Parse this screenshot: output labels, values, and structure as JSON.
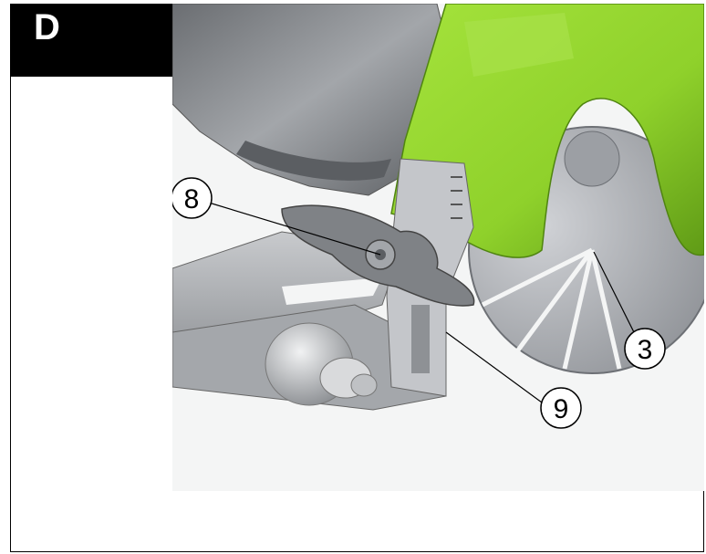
{
  "figure": {
    "label": "D",
    "callouts": [
      {
        "number": "8",
        "part": "locking-knob"
      },
      {
        "number": "9",
        "part": "depth-scale-bracket"
      },
      {
        "number": "3",
        "part": "diamond-blade"
      }
    ],
    "colors": {
      "guard": "#8fd12b",
      "guard_shadow": "#5f9a16",
      "motor": "#7f8286",
      "metal": "#b9bbbf",
      "blade": "#a7a9ae",
      "background": "#f4f5f5"
    }
  }
}
